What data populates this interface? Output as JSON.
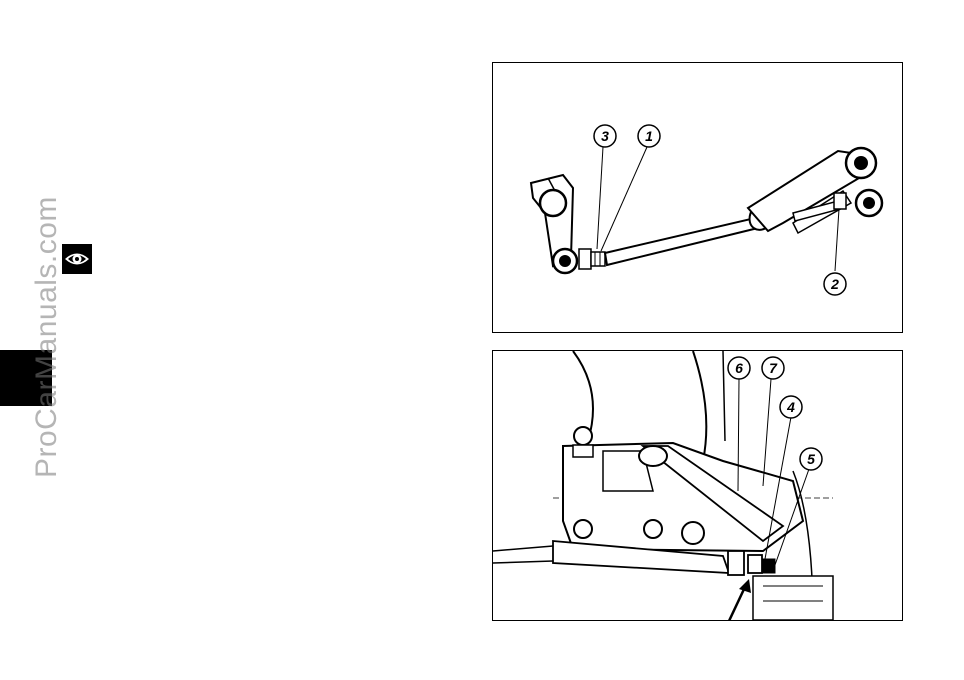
{
  "watermark": {
    "text": "ProCarManuals.com"
  },
  "icons": {
    "side_icon": "eye-icon",
    "side_tab": "black-tab"
  },
  "figures": [
    {
      "id": "fig-top",
      "callouts": [
        "3",
        "1",
        "2"
      ]
    },
    {
      "id": "fig-bottom",
      "callouts": [
        "6",
        "7",
        "4",
        "5"
      ]
    }
  ]
}
